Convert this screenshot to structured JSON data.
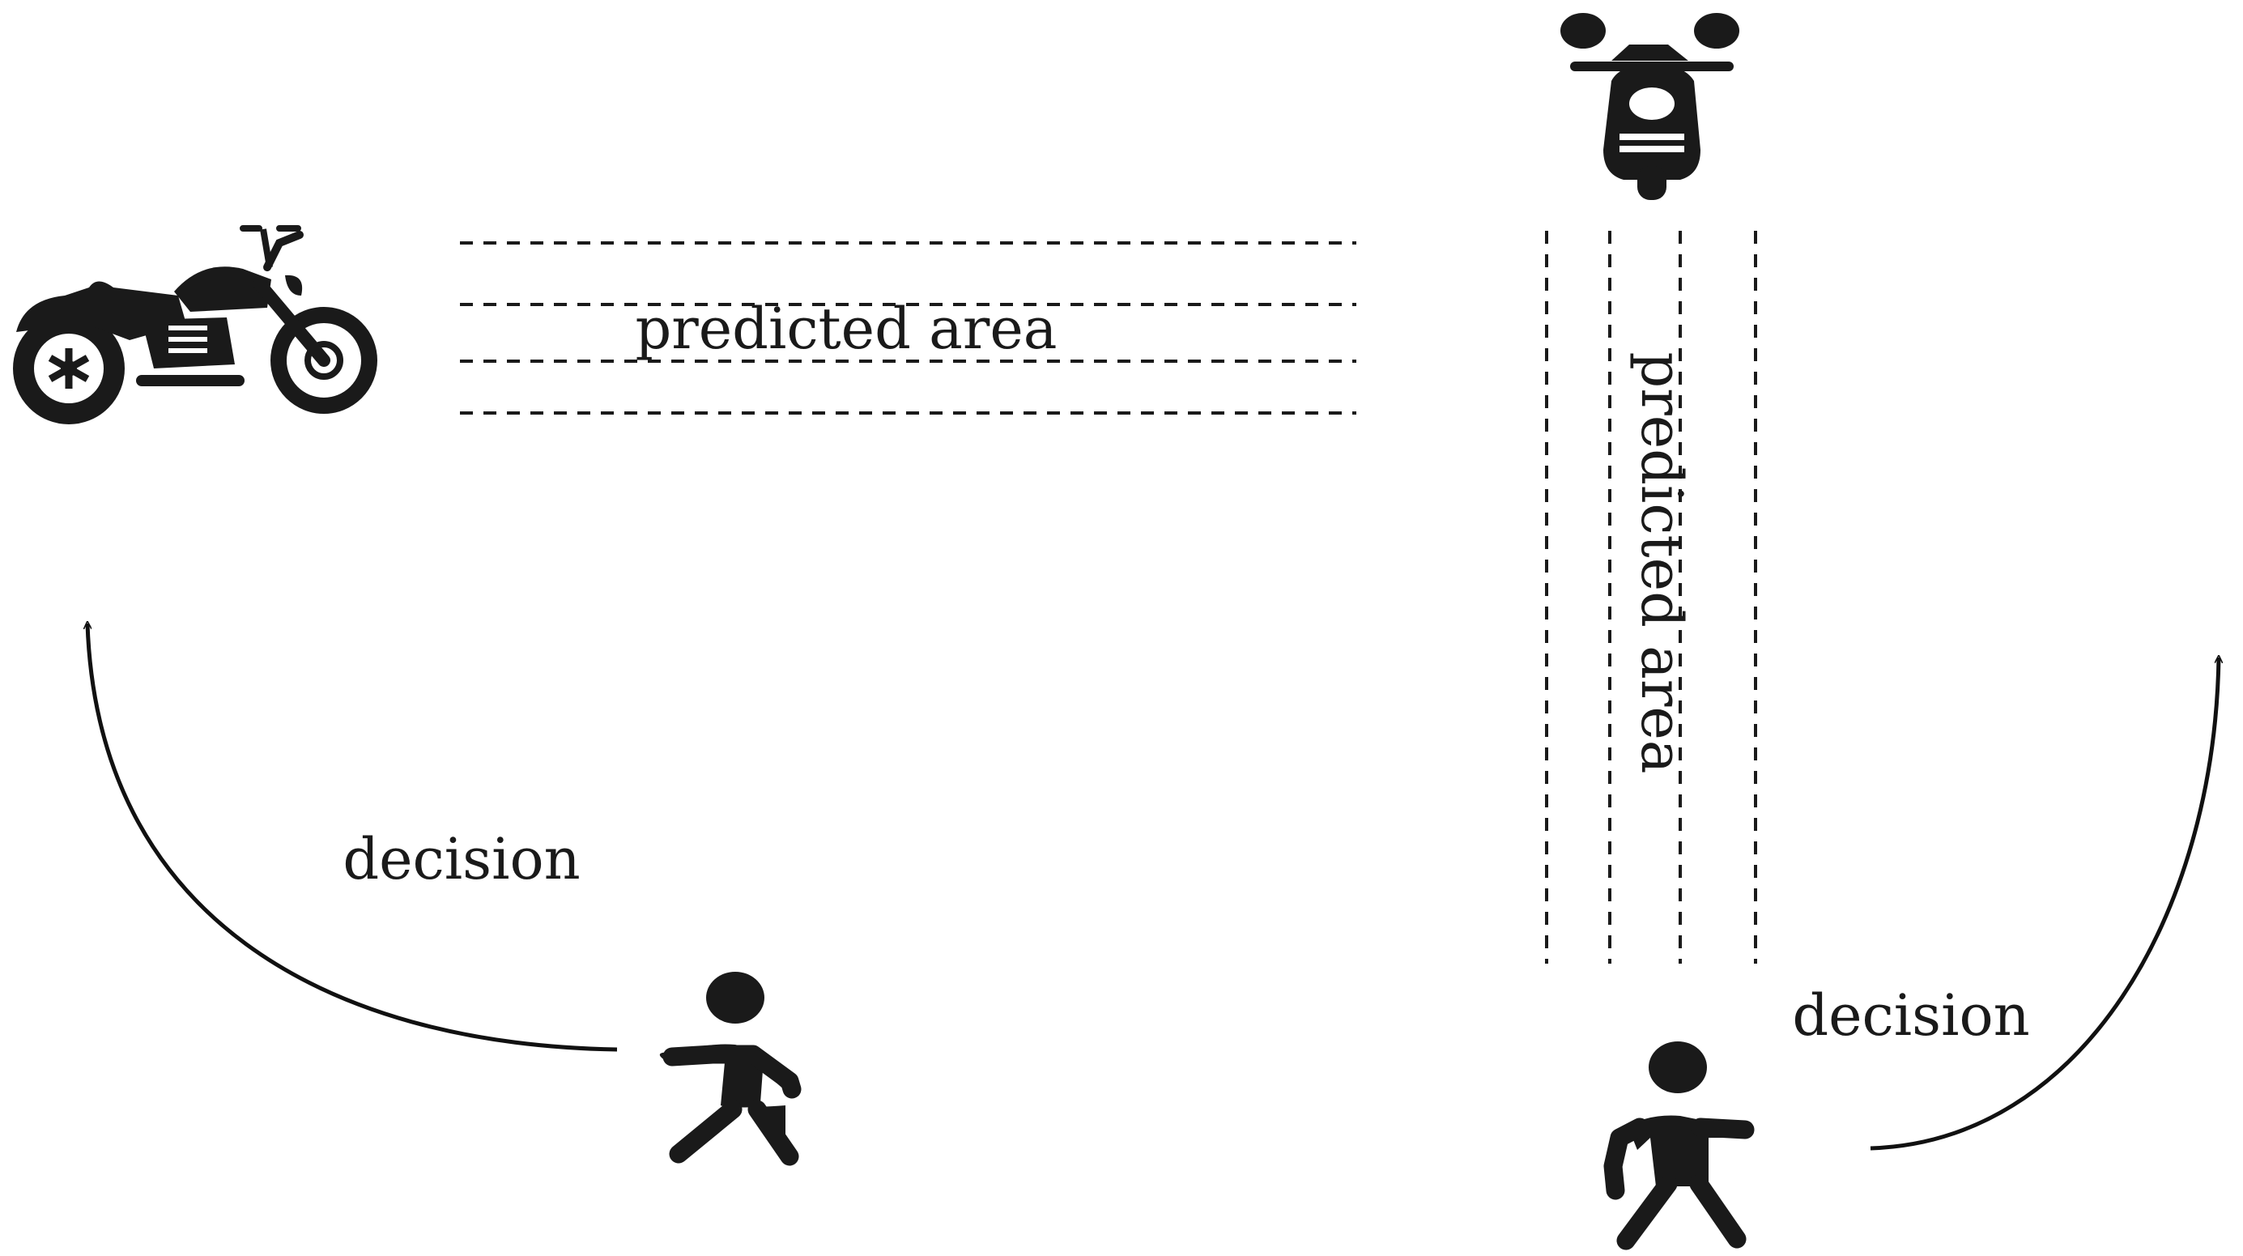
{
  "diagram": {
    "left_scene": {
      "vehicle_icon": "motorcycle-side-icon",
      "predicted_area_label": "predicted area",
      "decision_label": "decision",
      "pedestrian_icon": "walking-person-icon"
    },
    "right_scene": {
      "vehicle_icon": "scooter-front-icon",
      "predicted_area_label": "predicted area",
      "decision_label": "decision",
      "pedestrian_icon": "walking-person-icon"
    }
  }
}
